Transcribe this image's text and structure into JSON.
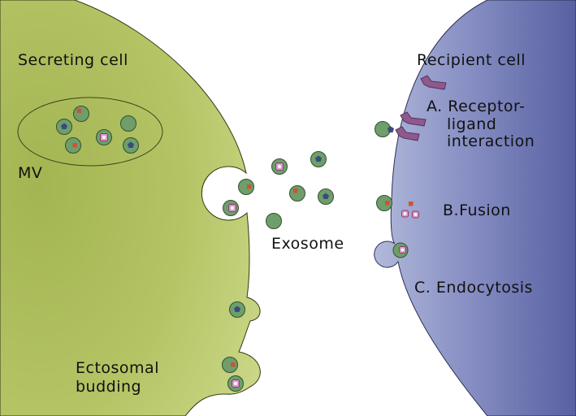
{
  "labels": {
    "secreting_cell": "Secreting cell",
    "recipient_cell": "Recipient cell",
    "mv": "MV",
    "exosome": "Exosome",
    "ectosomal_line1": "Ectosomal",
    "ectosomal_line2": "budding",
    "receptor_line1": "A. Receptor-",
    "receptor_line2": "ligand",
    "receptor_line3": "interaction",
    "fusion": "B.Fusion",
    "endocytosis": "C. Endocytosis"
  },
  "colors": {
    "secreting_cell_light": "#c2d17a",
    "secreting_cell_dark": "#9aab46",
    "recipient_cell_light": "#a6aed4",
    "recipient_cell_dark": "#5e66a8",
    "vesicle": "#6e9e6a",
    "receptor": "#8e5a8e",
    "cargo_red": "#c8553a",
    "cargo_blue": "#3a4a7e",
    "cargo_pink": "#d7a0c8"
  }
}
